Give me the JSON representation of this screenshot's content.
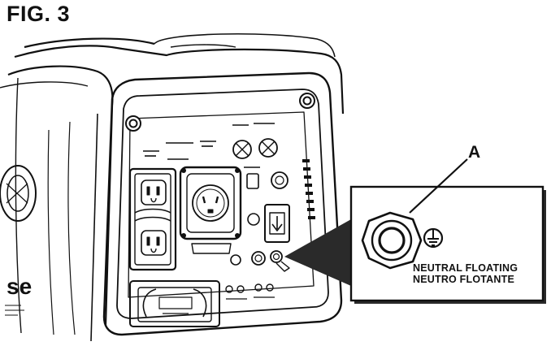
{
  "figure": {
    "title": "FIG. 3",
    "callout_letter": "A",
    "inset_caption": [
      "NEUTRAL FLOATING",
      "NEUTRO FLOTANTE"
    ],
    "brand_fragment": "se"
  },
  "colors": {
    "ink": "#111111",
    "paper": "#ffffff",
    "shadow": "#2a2a2a"
  },
  "icons": {
    "ground": "ground-symbol-icon",
    "terminal": "ground-terminal-icon"
  }
}
